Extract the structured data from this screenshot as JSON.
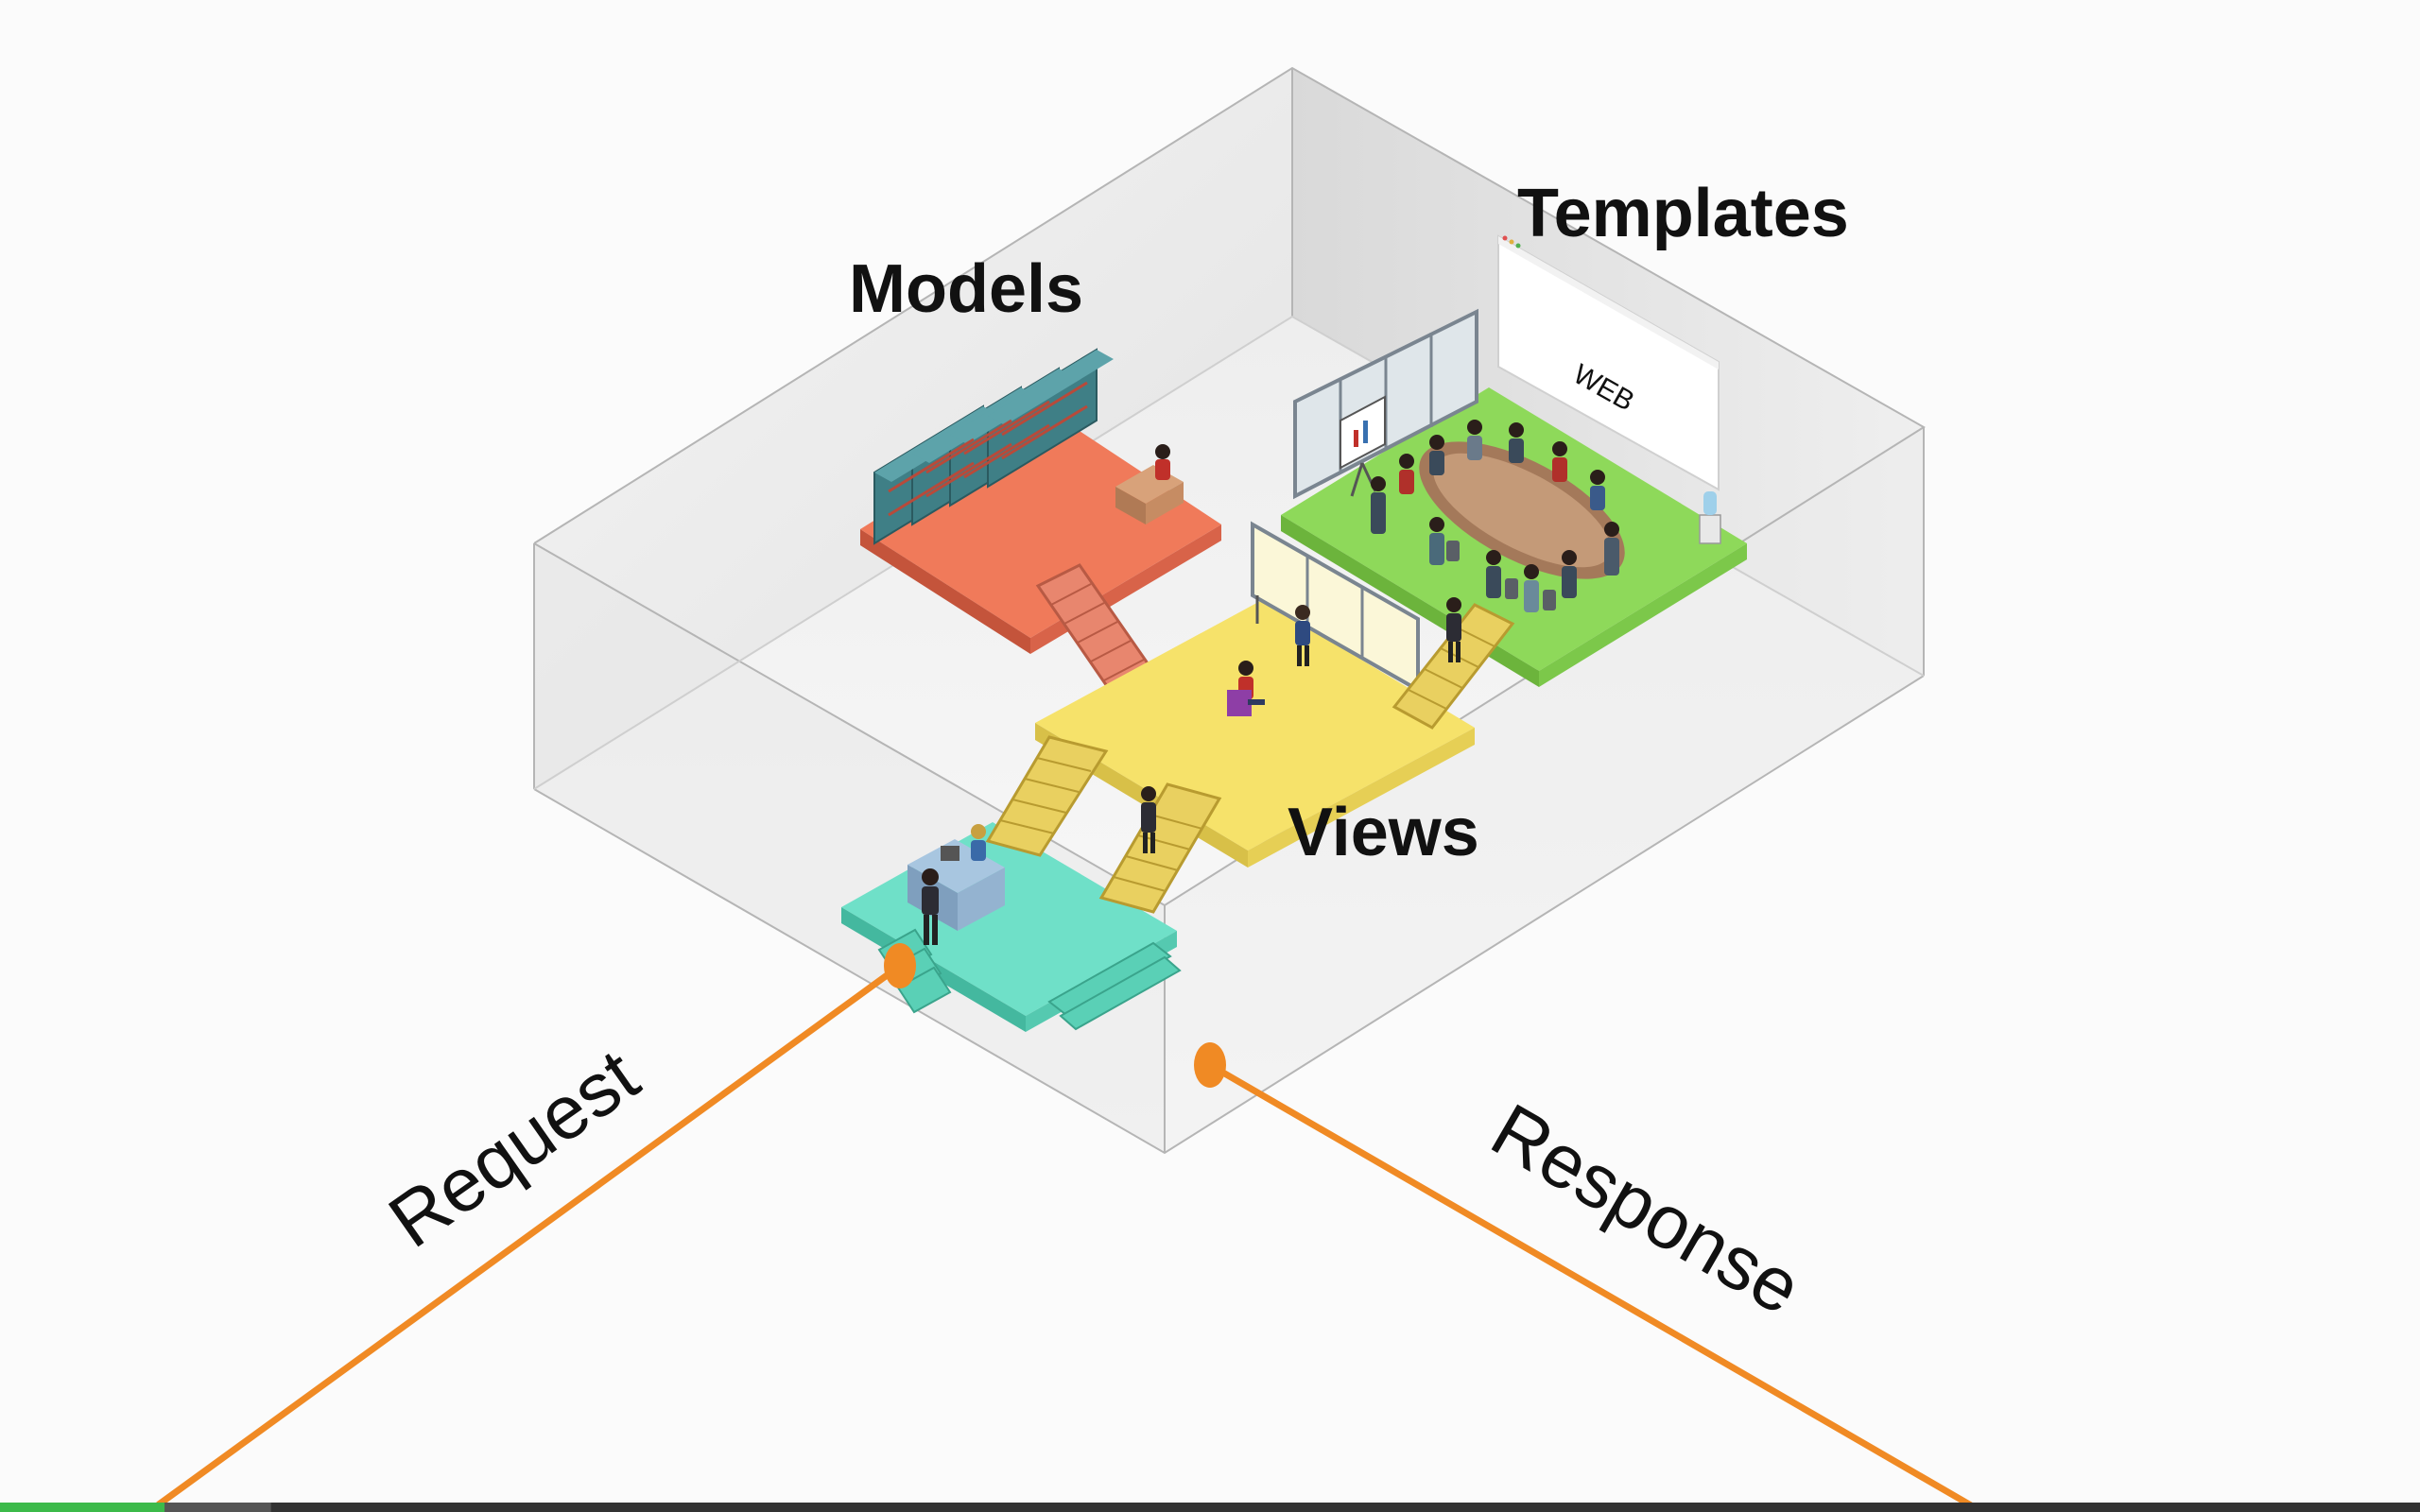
{
  "labels": {
    "models": "Models",
    "templates": "Templates",
    "views": "Views",
    "request": "Request",
    "response": "Response",
    "screen_text": "WEB"
  },
  "colors": {
    "models_floor": "#f07a5a",
    "templates_floor": "#8ed95a",
    "views_floor": "#f6e26a",
    "entrance_floor": "#6fe0c8",
    "connector": "#f08a24",
    "shelf": "#3f7f86",
    "progress": "#3cba4a",
    "bottom_bar": "#333333"
  },
  "video_progress": {
    "played_fraction": 0.068,
    "buffered_fraction": 0.112
  }
}
